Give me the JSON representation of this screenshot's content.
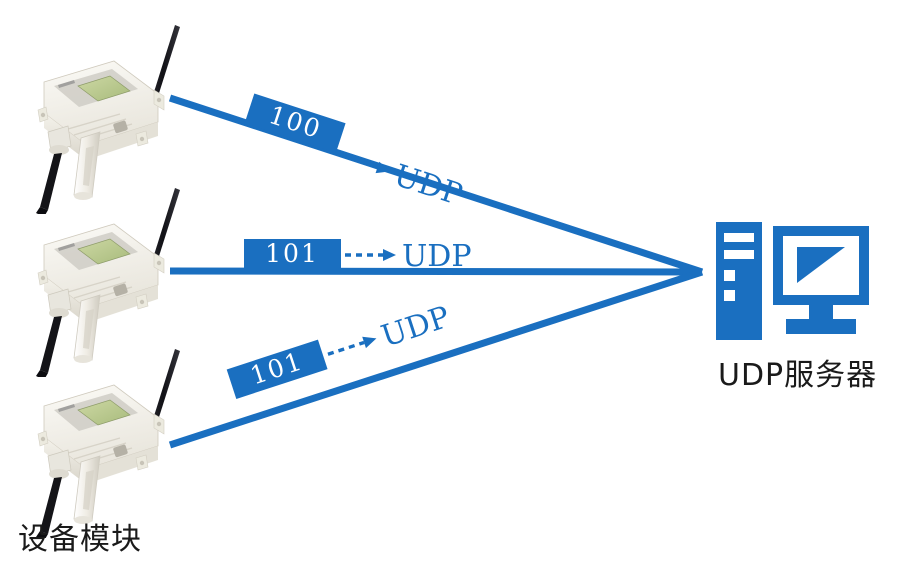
{
  "diagram": {
    "title_note": "UDP device-to-server network topology",
    "colors": {
      "link_blue": "#1a6fc0",
      "packet_fill": "#1a6fc0",
      "packet_text": "#ffffff",
      "label_text": "#1a1a1a",
      "device_body": "#f2f0ea",
      "lcd_green": "#b9c98d",
      "antenna_black": "#15151a"
    },
    "devices": [
      {
        "id": "device-1",
        "label_note": "wireless sensor module",
        "lcd_value": ""
      },
      {
        "id": "device-2",
        "label_note": "wireless sensor module",
        "lcd_value": ""
      },
      {
        "id": "device-3",
        "label_note": "wireless sensor module",
        "lcd_value": ""
      }
    ],
    "device_group_label": "设备模块",
    "links": [
      {
        "id": "link-1",
        "packet_label": "100",
        "protocol_label": "UDP"
      },
      {
        "id": "link-2",
        "packet_label": "101",
        "protocol_label": "UDP"
      },
      {
        "id": "link-3",
        "packet_label": "101",
        "protocol_label": "UDP"
      }
    ],
    "server": {
      "label": "UDP服务器",
      "icon_name": "server-computer-icon"
    }
  }
}
